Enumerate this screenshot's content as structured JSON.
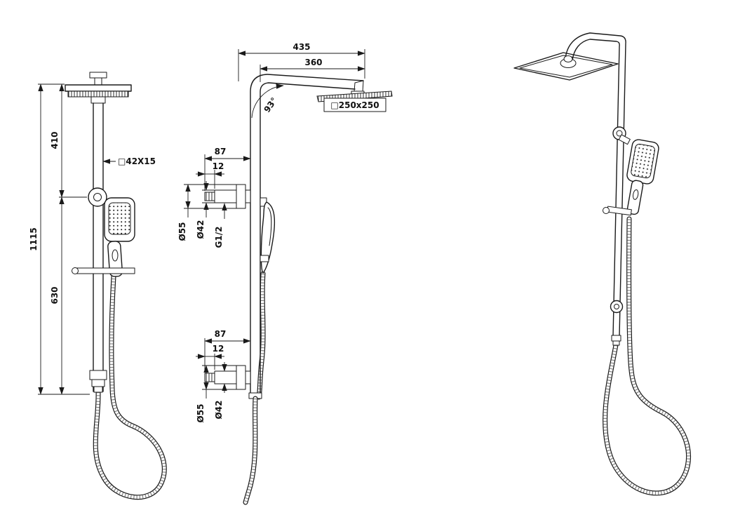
{
  "meta": {
    "drawing_type": "shower column technical drawing, three views",
    "background_color": "#ffffff",
    "line_color": "#1a1a1a"
  },
  "front_view": {
    "dim_upper_height": "410",
    "dim_total_height": "1115",
    "dim_lower_height": "630",
    "label_rail_profile": "□42X15"
  },
  "side_view": {
    "dim_overall_reach": "435",
    "dim_arm_reach": "360",
    "dim_arm_angle": "93°",
    "label_head_size": "□250x250",
    "upper_inlet": {
      "dim_offset": "87",
      "dim_thread_length": "12",
      "dim_flange_diameter": "Ø55",
      "dim_pipe_diameter": "Ø42",
      "label_thread": "G1/2"
    },
    "lower_inlet": {
      "dim_offset": "87",
      "dim_thread_length": "12",
      "dim_flange_diameter": "Ø55",
      "dim_pipe_diameter": "Ø42"
    }
  }
}
